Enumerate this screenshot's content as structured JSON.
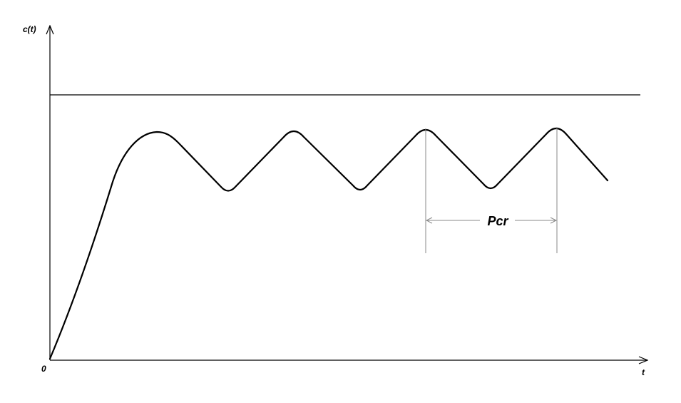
{
  "labels": {
    "y_axis": "c(t)",
    "x_axis": "t",
    "origin": "0",
    "period": "Pcr"
  },
  "colors": {
    "background": "#ffffff",
    "stroke": "#000000",
    "marker": "#888888"
  }
}
